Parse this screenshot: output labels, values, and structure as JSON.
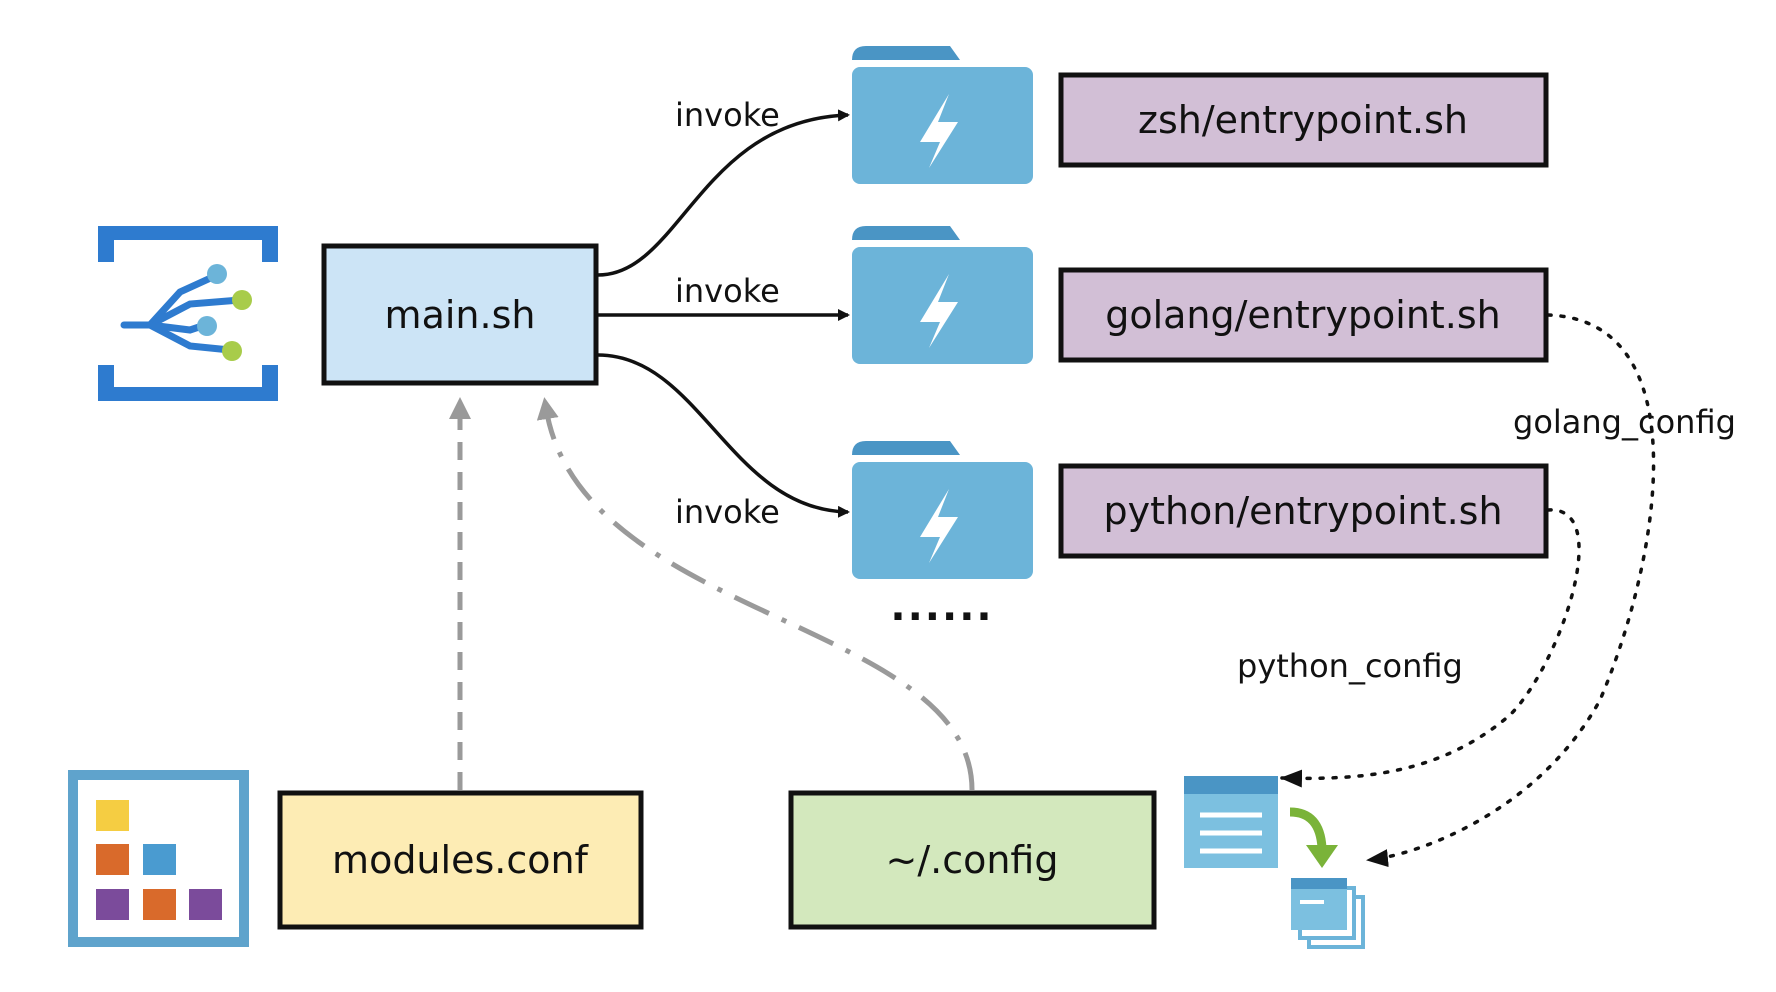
{
  "nodes": {
    "main": "main.sh",
    "zsh": "zsh/entrypoint.sh",
    "golang": "golang/entrypoint.sh",
    "python": "python/entrypoint.sh",
    "modules": "modules.conf",
    "config": "~/.config",
    "more": "......"
  },
  "edges": {
    "invoke_top": "invoke",
    "invoke_mid": "invoke",
    "invoke_bottom": "invoke",
    "golang_config": "golang_config",
    "python_config": "python_config"
  },
  "colors": {
    "main_fill": "#cce4f6",
    "entry_fill": "#d2bfd6",
    "modules_fill": "#fdecb4",
    "config_fill": "#d3e8bd",
    "folder_blue": "#6cb4d9",
    "icon_blue": "#2e7bcf",
    "gray_arrow": "#9a9a9a"
  },
  "icons": {
    "pipeline": "pipeline-icon",
    "folder_function": "function-folder-icon",
    "grid": "module-grid-icon",
    "config_copy": "config-copy-icon"
  }
}
